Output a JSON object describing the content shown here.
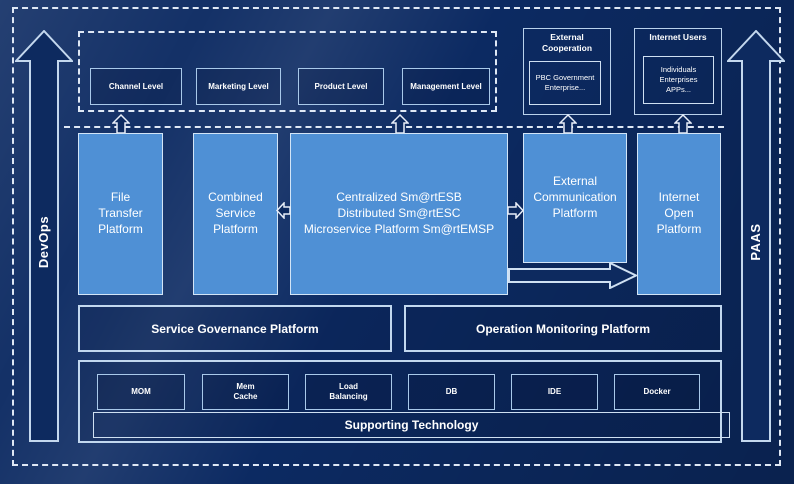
{
  "frame": {
    "devops_label": "DevOps",
    "paas_label": "PAAS"
  },
  "levels": {
    "items": [
      "Channel Level",
      "Marketing Level",
      "Product Level",
      "Management Level"
    ]
  },
  "external_cooperation": {
    "title": "External\nCooperation",
    "members": "PBC Government\nEnterprise..."
  },
  "internet_users": {
    "title": "Internet Users",
    "members": "Individuals\nEnterprises\nAPPs..."
  },
  "platforms": {
    "file_transfer": "File\nTransfer\nPlatform",
    "combined_service": "Combined\nService\nPlatform",
    "central": "Centralized Sm@rtESB\nDistributed Sm@rtESC\nMicroservice Platform Sm@rtEMSP",
    "external_communication": "External\nCommunication\nPlatform",
    "internet_open": "Internet\nOpen\nPlatform"
  },
  "governance": {
    "service_governance": "Service Governance Platform",
    "operation_monitoring": "Operation Monitoring Platform"
  },
  "technology": {
    "items": [
      "MOM",
      "Mem\nCache",
      "Load\nBalancing",
      "DB",
      "IDE",
      "Docker"
    ],
    "supporting_label": "Supporting Technology"
  },
  "icons": {
    "up_arrow": "hollow-up-arrow",
    "flow_arrows": "hollow-flow-arrows"
  },
  "colors": {
    "background": "#0c2a62",
    "platform_fill": "#4f90d5",
    "platform_border": "#d3e5f7",
    "line_light": "#dfe8f5",
    "text": "#ffffff"
  }
}
